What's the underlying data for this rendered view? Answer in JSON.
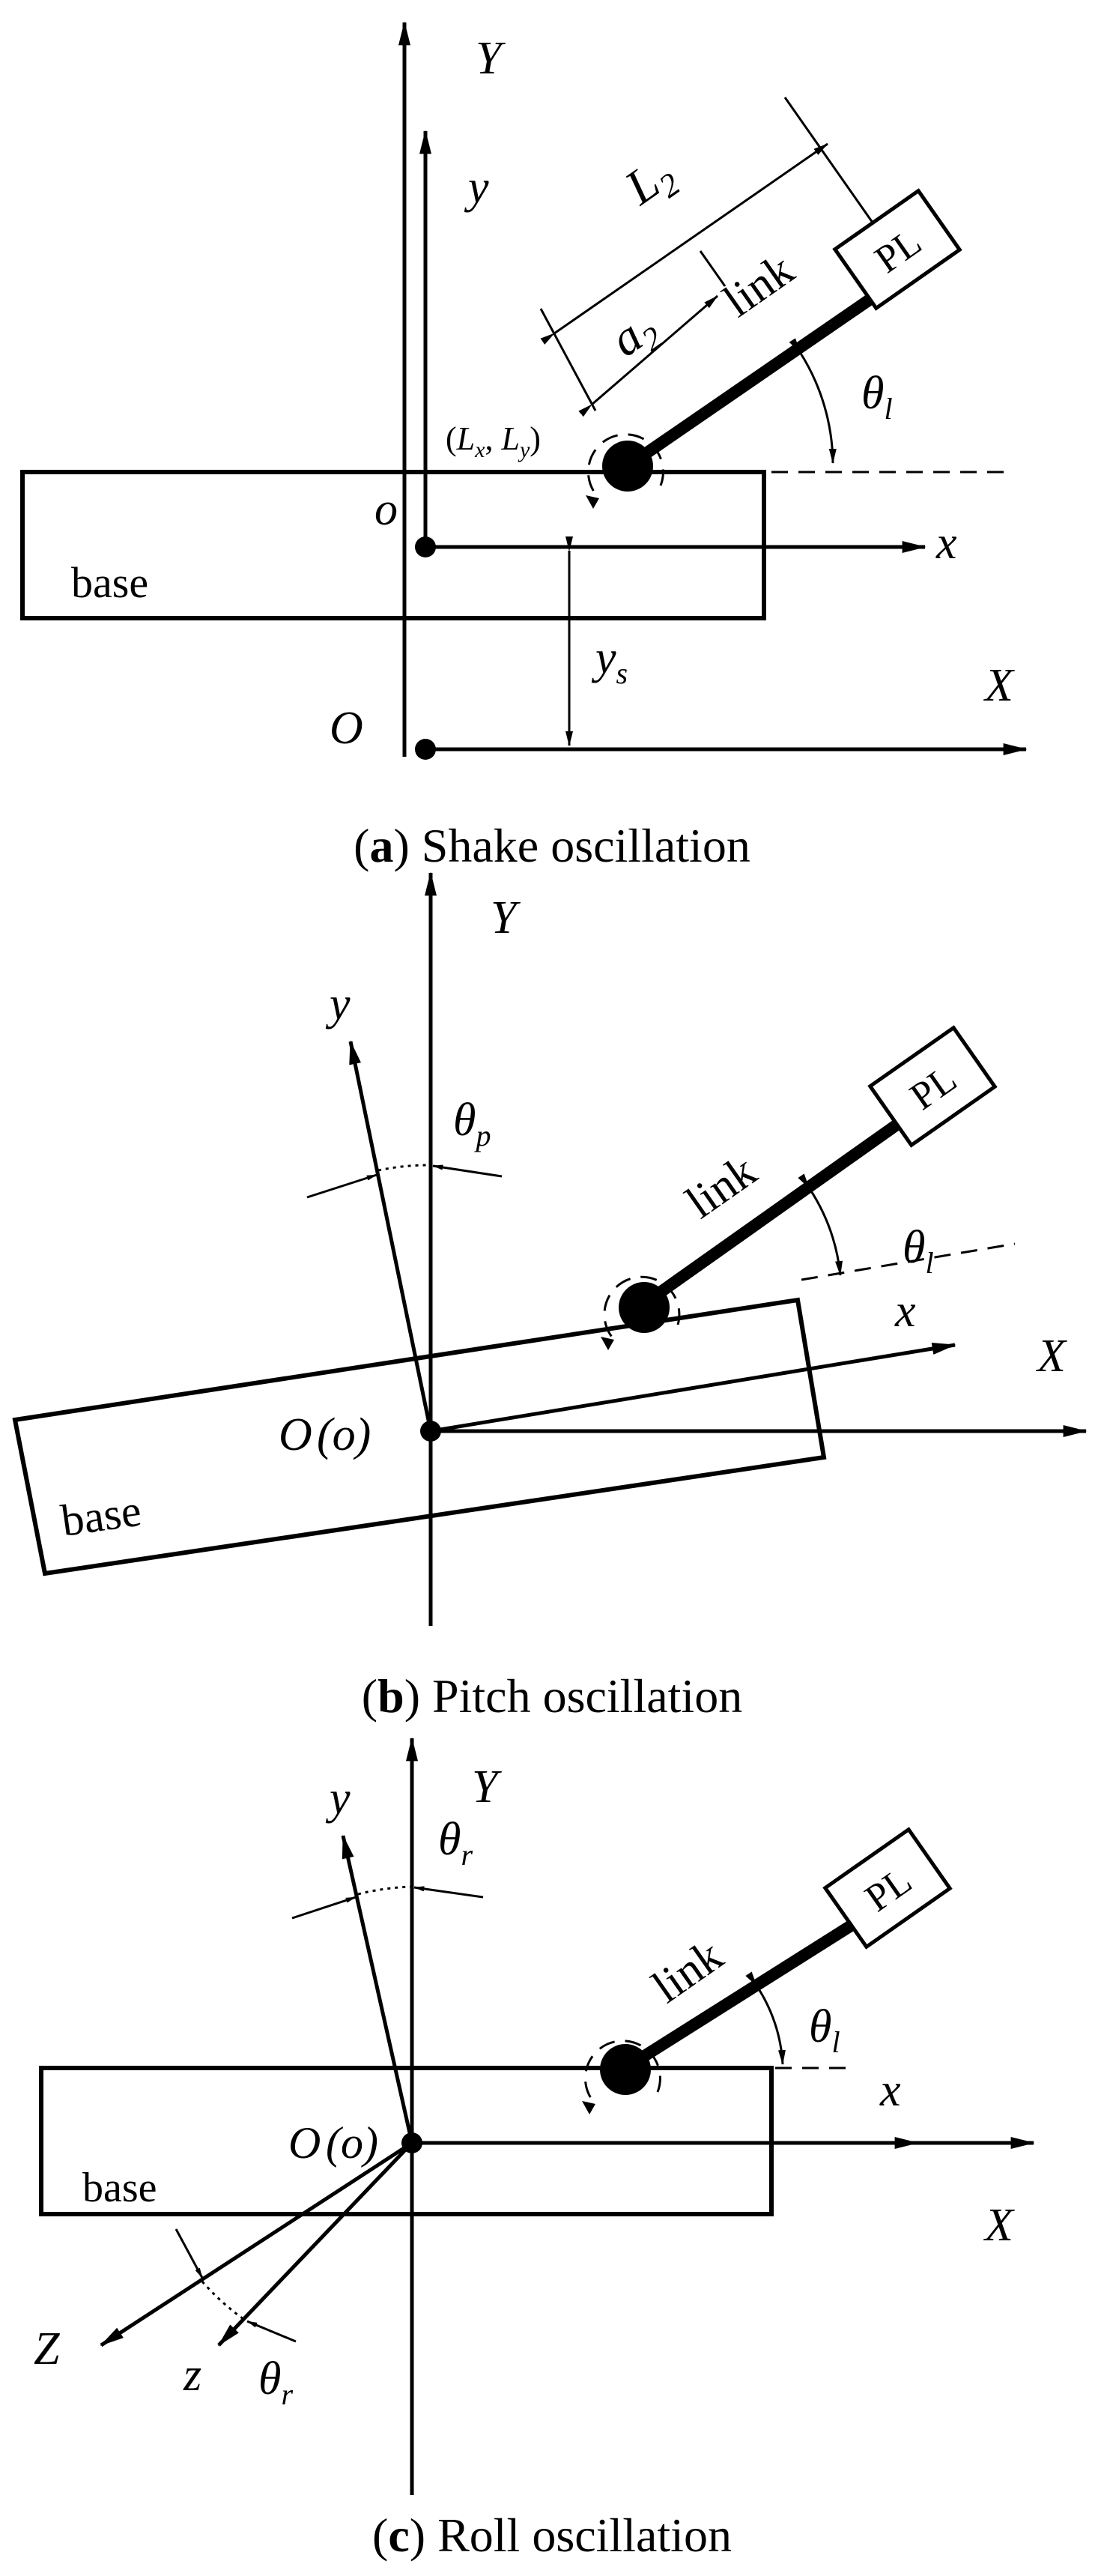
{
  "panels": {
    "a": {
      "labels": {
        "Y": "Y",
        "y": "y",
        "X": "X",
        "x": "x",
        "o": "o",
        "O": "O",
        "base": "base",
        "link": "link",
        "PL": "PL",
        "L": "L",
        "L_sub": "2",
        "a": "a",
        "a_sub": "2",
        "theta": "θ",
        "theta_sub": "l",
        "ys": "y",
        "ys_sub": "s",
        "coord_open": "(",
        "coord_Lx": "L",
        "coord_x_sub": "x",
        "coord_sep": ", ",
        "coord_Ly": "L",
        "coord_y_sub": "y",
        "coord_close": ")"
      },
      "caption": {
        "open": "(",
        "letter": "a",
        "rest": ") Shake oscillation"
      }
    },
    "b": {
      "labels": {
        "Y": "Y",
        "y": "y",
        "X": "X",
        "x": "x",
        "O": "O",
        "o_paren": "(o)",
        "base": "base",
        "link": "link",
        "PL": "PL",
        "theta_p": "θ",
        "theta_p_sub": "p",
        "theta_l": "θ",
        "theta_l_sub": "l"
      },
      "caption": {
        "open": "(",
        "letter": "b",
        "rest": ") Pitch oscillation"
      }
    },
    "c": {
      "labels": {
        "Y": "Y",
        "y": "y",
        "X": "X",
        "x": "x",
        "Z": "Z",
        "z": "z",
        "O": "O",
        "o_paren": "(o)",
        "base": "base",
        "link": "link",
        "PL": "PL",
        "theta_r_top": "θ",
        "theta_r_top_sub": "r",
        "theta_r_bottom": "θ",
        "theta_r_bottom_sub": "r",
        "theta_l": "θ",
        "theta_l_sub": "l"
      },
      "caption": {
        "open": "(",
        "letter": "c",
        "rest": ") Roll oscillation"
      }
    }
  }
}
